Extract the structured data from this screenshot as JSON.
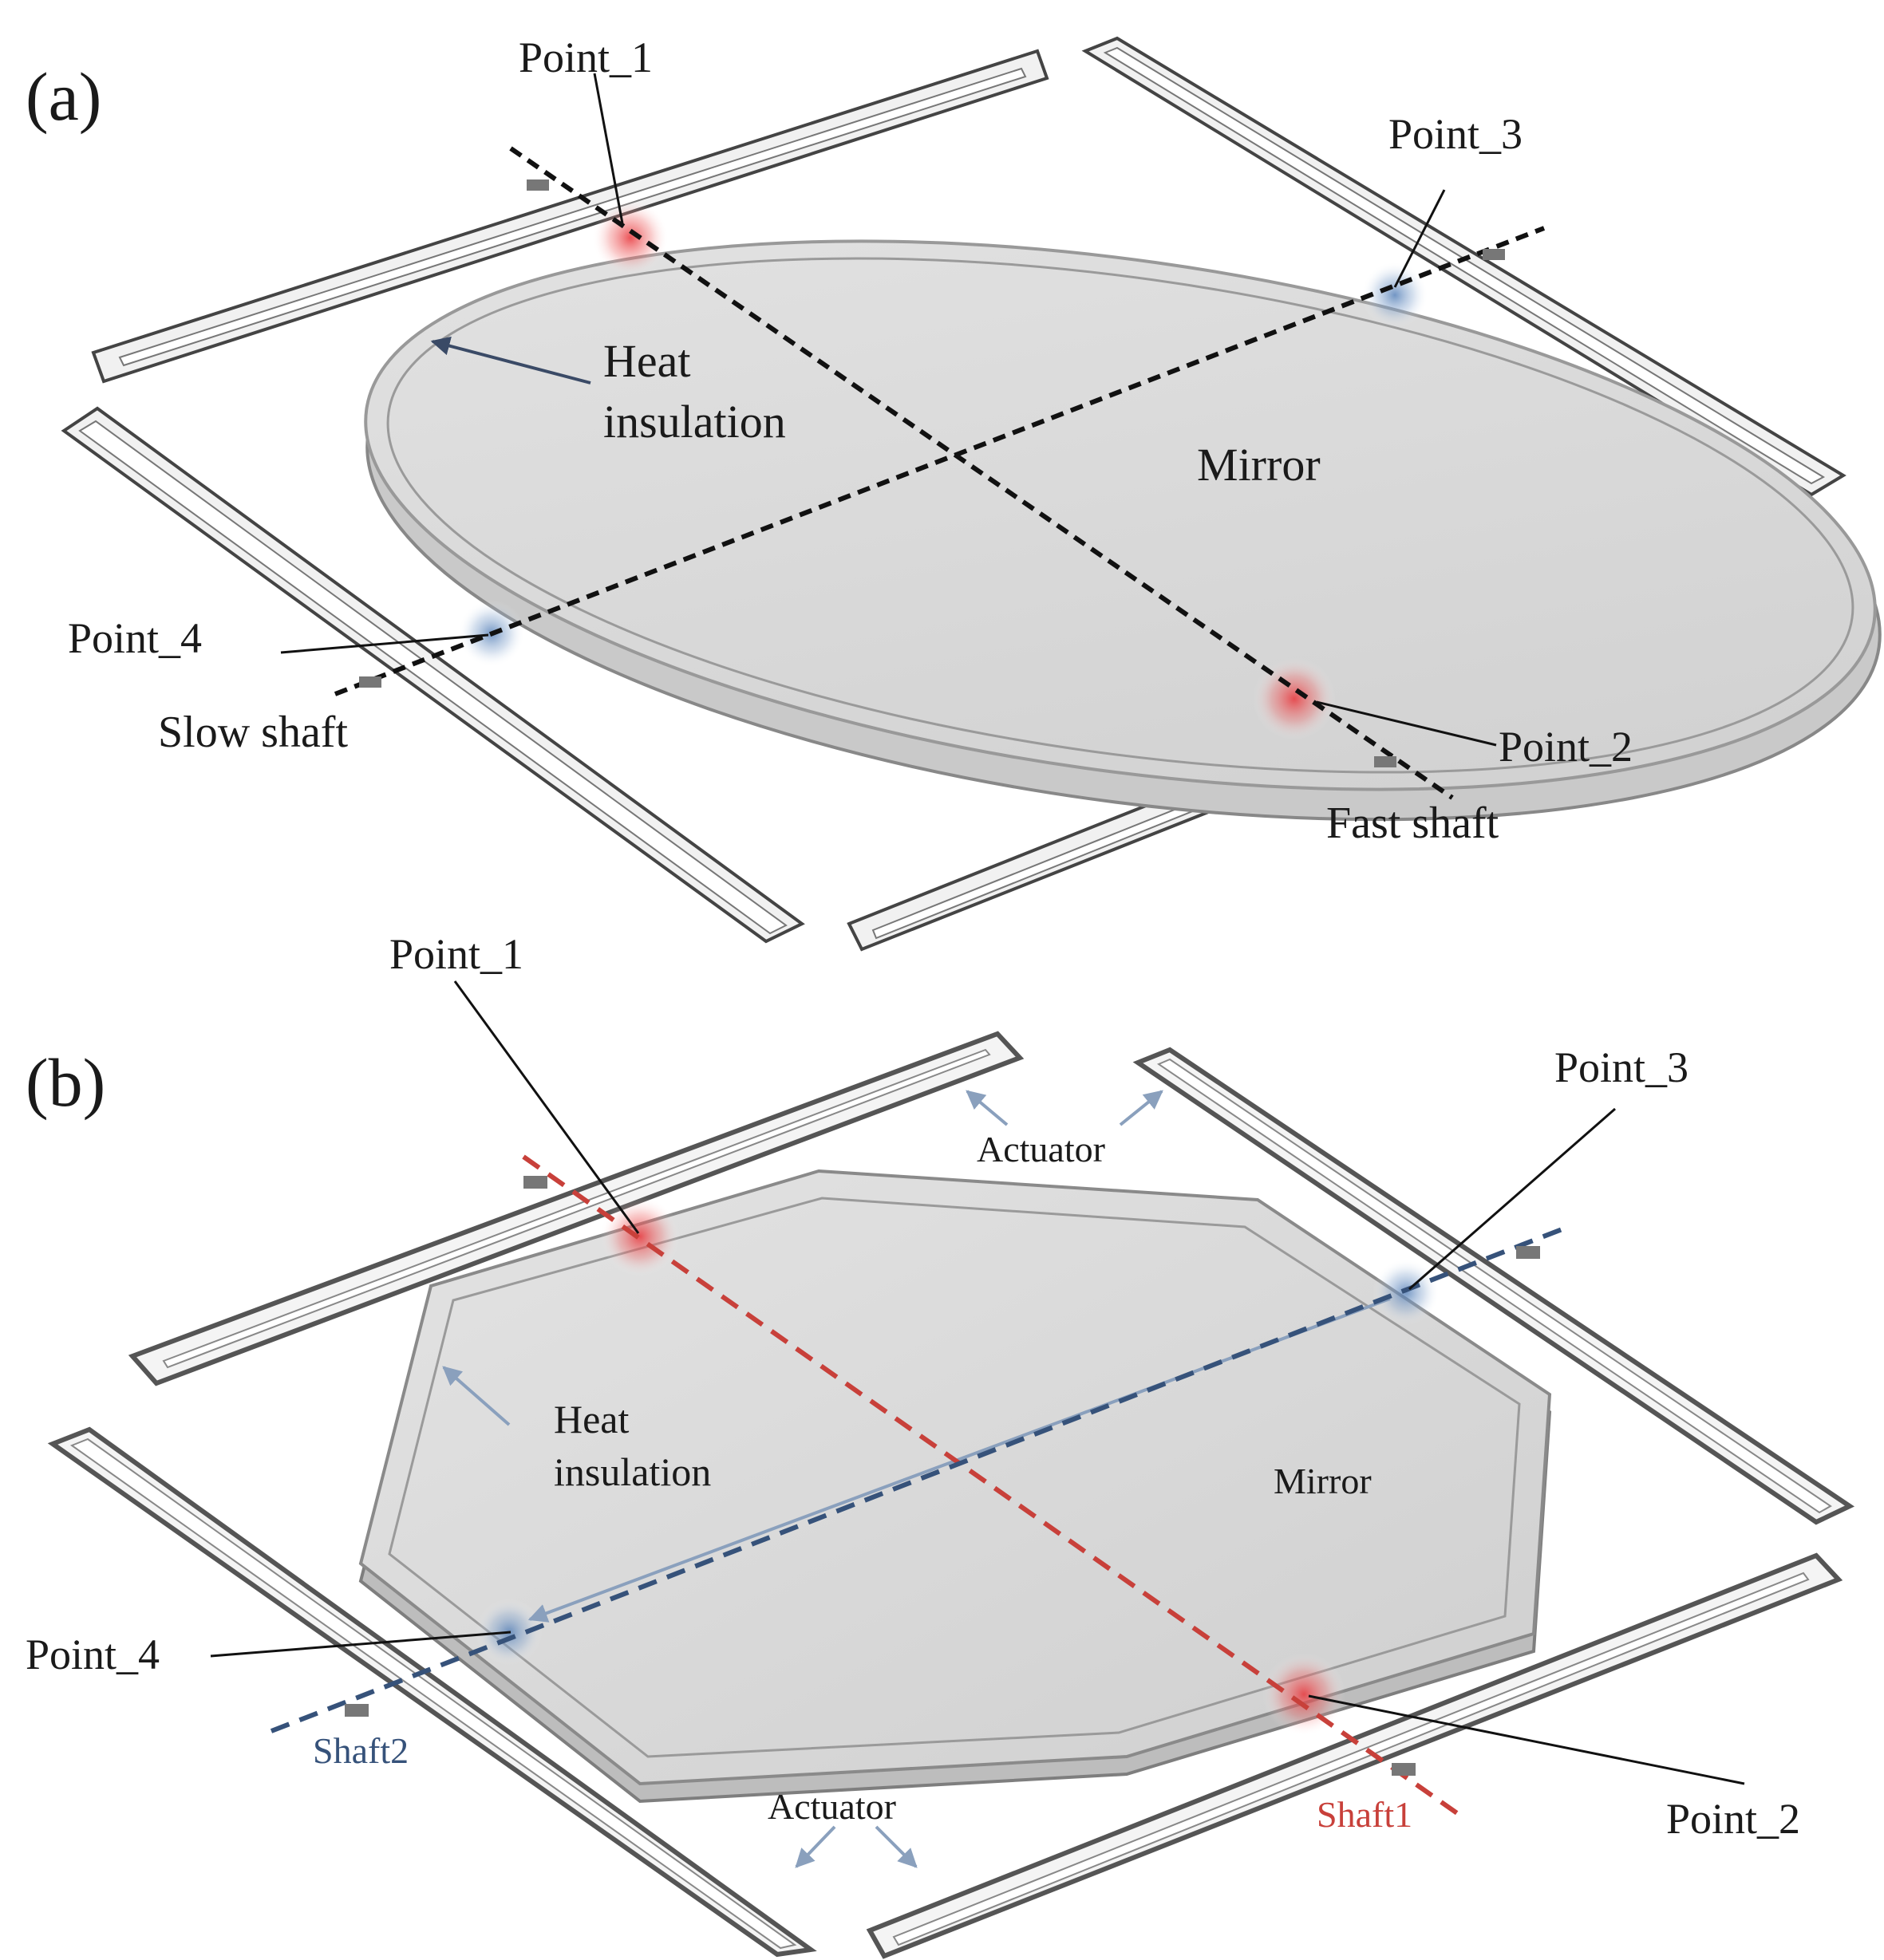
{
  "panel_a": {
    "tag": "(a)",
    "point_1": "Point_1",
    "point_2": "Point_2",
    "point_3": "Point_3",
    "point_4": "Point_4",
    "heat_line1": "Heat",
    "heat_line2": "insulation",
    "mirror": "Mirror",
    "slow_shaft": "Slow shaft",
    "fast_shaft": "Fast shaft"
  },
  "panel_b": {
    "tag": "(b)",
    "point_1": "Point_1",
    "point_2": "Point_2",
    "point_3": "Point_3",
    "point_4": "Point_4",
    "heat_line1": "Heat",
    "heat_line2": "insulation",
    "mirror": "Mirror",
    "actuator_top": "Actuator",
    "actuator_bottom": "Actuator",
    "shaft1": "Shaft1",
    "shaft2": "Shaft2"
  },
  "colors": {
    "mirror_fill": "#d6d6d6",
    "hot_spot": "#e23a3a",
    "cold_spot": "#5f86b8",
    "shaft1": "#c8403a",
    "shaft2": "#36527a",
    "leader": "#111111",
    "arrow": "#8aa0bd"
  }
}
